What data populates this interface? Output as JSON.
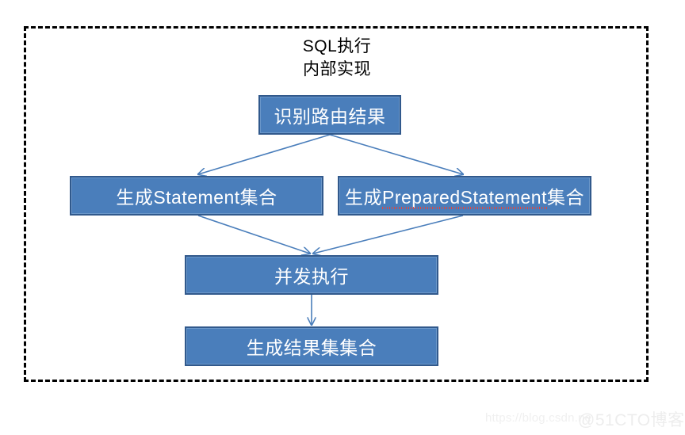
{
  "diagram": {
    "title": "SQL执行\n内部实现",
    "frame_name": "sql-execution-internal-implementation",
    "colors": {
      "node_fill": "#4a7ebb",
      "node_border": "#31598c",
      "node_inner_highlight": "#6b97c9",
      "node_text": "#ffffff",
      "frame_border": "#000000",
      "connector": "#4a7ebb",
      "spellcheck_underline": "#e8443a",
      "background": "#ffffff"
    },
    "nodes": [
      {
        "id": "route",
        "label": "识别路由结果"
      },
      {
        "id": "statement",
        "label_prefix": "生成",
        "label_code": "Statement",
        "label_suffix": "集合",
        "label": "生成Statement集合"
      },
      {
        "id": "prepared",
        "label_prefix": "生成",
        "label_code": "PreparedStatement",
        "label_suffix": "集合",
        "label": "生成PreparedStatement集合"
      },
      {
        "id": "concurrent",
        "label": "并发执行"
      },
      {
        "id": "resultset",
        "label": "生成结果集集合"
      }
    ],
    "edges": [
      {
        "from": "route",
        "to": "statement"
      },
      {
        "from": "route",
        "to": "prepared"
      },
      {
        "from": "statement",
        "to": "concurrent"
      },
      {
        "from": "prepared",
        "to": "concurrent"
      },
      {
        "from": "concurrent",
        "to": "resultset"
      }
    ]
  },
  "watermarks": {
    "csdn": "https://blog.csdn.ne",
    "cto": "@51CTO博客"
  }
}
